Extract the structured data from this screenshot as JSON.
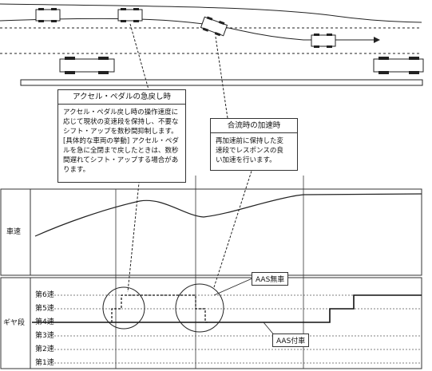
{
  "callouts": {
    "left": {
      "title": "アクセル・ペダルの急戻し時",
      "body": "アクセル・ペダル戻し時の操作速度に\n応じて現状の変速段を保持し、不要な\nシフト・アップを数秒間抑制します。\n[具体的な車両の挙動] アクセル・ペダ\nルを急に全閉まで戻したときは、数秒\n間遅れてシフト・アップする場合があ\nります。"
    },
    "right": {
      "title": "合流時の加速時",
      "body": "再加速前に保持した変\n速段でレスポンスの良\nい加速を行います。"
    }
  },
  "panels": {
    "speed_label": "車速",
    "gear_label": "ギヤ段"
  },
  "gears": [
    "第6速",
    "第5速",
    "第4速",
    "第3速",
    "第2速",
    "第1速"
  ],
  "legend": {
    "without_aas": "AAS無車",
    "with_aas": "AAS付車"
  }
}
